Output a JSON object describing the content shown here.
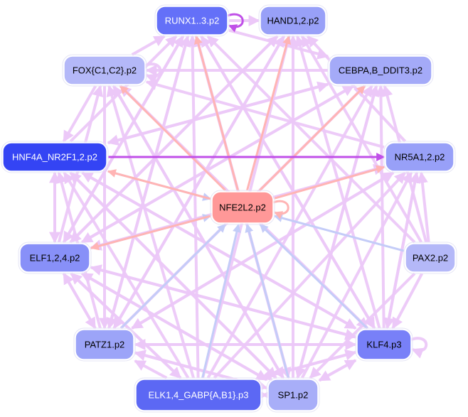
{
  "title": "Motif regulatory network",
  "colors": {
    "edge_default": "#ecc8f8",
    "edge_strong": "#c050e8",
    "edge_red": "#ffb4b4",
    "edge_blue": "#c4ccf8"
  },
  "nodes": [
    {
      "id": "RUNX",
      "label": "RUNX1..3.p2",
      "fill": "#6470f8",
      "text_color": "#ffffff"
    },
    {
      "id": "HAND",
      "label": "HAND1,2.p2",
      "fill": "#98a0f8",
      "text_color": "#000000"
    },
    {
      "id": "FOX",
      "label": "FOX{C1,C2}.p2",
      "fill": "#b4b8f8",
      "text_color": "#000000"
    },
    {
      "id": "CEBPA",
      "label": "CEBPA,B_DDIT3.p2",
      "fill": "#a4aaf8",
      "text_color": "#000000"
    },
    {
      "id": "HNF4A",
      "label": "HNF4A_NR2F1,2.p2",
      "fill": "#3444f4",
      "text_color": "#ffffff"
    },
    {
      "id": "NR5A1",
      "label": "NR5A1,2.p2",
      "fill": "#98a0f8",
      "text_color": "#000000"
    },
    {
      "id": "NFE2L2",
      "label": "NFE2L2.p2",
      "fill": "#ff9898",
      "text_color": "#000000"
    },
    {
      "id": "ELF",
      "label": "ELF1,2,4.p2",
      "fill": "#8890f8",
      "text_color": "#000000"
    },
    {
      "id": "PAX2",
      "label": "PAX2.p2",
      "fill": "#b4b8f8",
      "text_color": "#000000"
    },
    {
      "id": "PATZ1",
      "label": "PATZ1.p2",
      "fill": "#9ca4f8",
      "text_color": "#000000"
    },
    {
      "id": "KLF4",
      "label": "KLF4.p3",
      "fill": "#7880f8",
      "text_color": "#000000"
    },
    {
      "id": "ELK",
      "label": "ELK1,4_GABP{A,B1}.p3",
      "fill": "#5c68f4",
      "text_color": "#ffffff"
    },
    {
      "id": "SP1",
      "label": "SP1.p2",
      "fill": "#a8aef8",
      "text_color": "#000000"
    }
  ],
  "edges": [
    {
      "from": "RUNX",
      "to": "RUNX",
      "type": "strong"
    },
    {
      "from": "RUNX",
      "to": "HAND",
      "type": "default"
    },
    {
      "from": "RUNX",
      "to": "CEBPA",
      "type": "default"
    },
    {
      "from": "FOX",
      "to": "FOX",
      "type": "default"
    },
    {
      "from": "HNF4A",
      "to": "NR5A1",
      "type": "strong"
    },
    {
      "from": "HNF4A",
      "to": "RUNX",
      "type": "default"
    },
    {
      "from": "HNF4A",
      "to": "ELF",
      "type": "default"
    },
    {
      "from": "ELF",
      "to": "HNF4A",
      "type": "default"
    },
    {
      "from": "NFE2L2",
      "to": "RUNX",
      "type": "red"
    },
    {
      "from": "NFE2L2",
      "to": "HAND",
      "type": "red"
    },
    {
      "from": "NFE2L2",
      "to": "CEBPA",
      "type": "red"
    },
    {
      "from": "NFE2L2",
      "to": "NR5A1",
      "type": "red"
    },
    {
      "from": "NFE2L2",
      "to": "FOX",
      "type": "red"
    },
    {
      "from": "NFE2L2",
      "to": "HNF4A",
      "type": "red"
    },
    {
      "from": "NFE2L2",
      "to": "ELF",
      "type": "red"
    },
    {
      "from": "NFE2L2",
      "to": "NFE2L2",
      "type": "red"
    },
    {
      "from": "HNF4A",
      "to": "NFE2L2",
      "type": "blue"
    },
    {
      "from": "ELF",
      "to": "NFE2L2",
      "type": "blue"
    },
    {
      "from": "PAX2",
      "to": "NFE2L2",
      "type": "blue"
    },
    {
      "from": "KLF4",
      "to": "NFE2L2",
      "type": "blue"
    },
    {
      "from": "SP1",
      "to": "NFE2L2",
      "type": "blue"
    },
    {
      "from": "ELK",
      "to": "NFE2L2",
      "type": "blue"
    },
    {
      "from": "PATZ1",
      "to": "NFE2L2",
      "type": "blue"
    },
    {
      "from": "KLF4",
      "to": "KLF4",
      "type": "default"
    },
    {
      "from": "ELK",
      "to": "SP1",
      "type": "default"
    },
    {
      "from": "SP1",
      "to": "ELK",
      "type": "default"
    },
    {
      "from": "KLF4",
      "to": "RUNX",
      "type": "default"
    },
    {
      "from": "KLF4",
      "to": "HAND",
      "type": "default"
    },
    {
      "from": "KLF4",
      "to": "CEBPA",
      "type": "default"
    },
    {
      "from": "KLF4",
      "to": "NR5A1",
      "type": "default"
    },
    {
      "from": "KLF4",
      "to": "FOX",
      "type": "default"
    },
    {
      "from": "KLF4",
      "to": "HNF4A",
      "type": "default"
    },
    {
      "from": "KLF4",
      "to": "ELF",
      "type": "default"
    },
    {
      "from": "KLF4",
      "to": "PATZ1",
      "type": "default"
    },
    {
      "from": "KLF4",
      "to": "ELK",
      "type": "default"
    },
    {
      "from": "KLF4",
      "to": "SP1",
      "type": "default"
    },
    {
      "from": "SP1",
      "to": "RUNX",
      "type": "default"
    },
    {
      "from": "SP1",
      "to": "HAND",
      "type": "default"
    },
    {
      "from": "SP1",
      "to": "CEBPA",
      "type": "default"
    },
    {
      "from": "SP1",
      "to": "NR5A1",
      "type": "default"
    },
    {
      "from": "SP1",
      "to": "FOX",
      "type": "default"
    },
    {
      "from": "SP1",
      "to": "HNF4A",
      "type": "default"
    },
    {
      "from": "SP1",
      "to": "ELF",
      "type": "default"
    },
    {
      "from": "SP1",
      "to": "PATZ1",
      "type": "default"
    },
    {
      "from": "SP1",
      "to": "KLF4",
      "type": "default"
    },
    {
      "from": "ELK",
      "to": "RUNX",
      "type": "default"
    },
    {
      "from": "ELK",
      "to": "HAND",
      "type": "default"
    },
    {
      "from": "ELK",
      "to": "CEBPA",
      "type": "default"
    },
    {
      "from": "ELK",
      "to": "NR5A1",
      "type": "default"
    },
    {
      "from": "ELK",
      "to": "FOX",
      "type": "default"
    },
    {
      "from": "ELK",
      "to": "HNF4A",
      "type": "default"
    },
    {
      "from": "ELK",
      "to": "ELF",
      "type": "default"
    },
    {
      "from": "ELK",
      "to": "PATZ1",
      "type": "default"
    },
    {
      "from": "ELK",
      "to": "KLF4",
      "type": "default"
    },
    {
      "from": "PATZ1",
      "to": "RUNX",
      "type": "default"
    },
    {
      "from": "PATZ1",
      "to": "HAND",
      "type": "default"
    },
    {
      "from": "PATZ1",
      "to": "CEBPA",
      "type": "default"
    },
    {
      "from": "PATZ1",
      "to": "NR5A1",
      "type": "default"
    },
    {
      "from": "PATZ1",
      "to": "HNF4A",
      "type": "default"
    },
    {
      "from": "PATZ1",
      "to": "ELF",
      "type": "default"
    },
    {
      "from": "PATZ1",
      "to": "KLF4",
      "type": "default"
    },
    {
      "from": "PATZ1",
      "to": "SP1",
      "type": "default"
    },
    {
      "from": "ELF",
      "to": "RUNX",
      "type": "default"
    },
    {
      "from": "ELF",
      "to": "HAND",
      "type": "default"
    },
    {
      "from": "ELF",
      "to": "CEBPA",
      "type": "default"
    },
    {
      "from": "ELF",
      "to": "NR5A1",
      "type": "default"
    },
    {
      "from": "ELF",
      "to": "FOX",
      "type": "default"
    },
    {
      "from": "ELF",
      "to": "PATZ1",
      "type": "default"
    },
    {
      "from": "ELF",
      "to": "KLF4",
      "type": "default"
    },
    {
      "from": "ELF",
      "to": "SP1",
      "type": "default"
    },
    {
      "from": "ELF",
      "to": "ELK",
      "type": "default"
    },
    {
      "from": "PAX2",
      "to": "RUNX",
      "type": "default"
    },
    {
      "from": "PAX2",
      "to": "HAND",
      "type": "default"
    },
    {
      "from": "PAX2",
      "to": "CEBPA",
      "type": "default"
    },
    {
      "from": "PAX2",
      "to": "NR5A1",
      "type": "default"
    },
    {
      "from": "PAX2",
      "to": "KLF4",
      "type": "default"
    },
    {
      "from": "PAX2",
      "to": "SP1",
      "type": "default"
    },
    {
      "from": "NR5A1",
      "to": "HAND",
      "type": "default"
    },
    {
      "from": "NR5A1",
      "to": "FOX",
      "type": "default"
    },
    {
      "from": "NR5A1",
      "to": "ELF",
      "type": "default"
    },
    {
      "from": "NR5A1",
      "to": "PATZ1",
      "type": "default"
    },
    {
      "from": "NR5A1",
      "to": "KLF4",
      "type": "default"
    },
    {
      "from": "CEBPA",
      "to": "FOX",
      "type": "default"
    },
    {
      "from": "CEBPA",
      "to": "HNF4A",
      "type": "default"
    },
    {
      "from": "CEBPA",
      "to": "ELF",
      "type": "default"
    },
    {
      "from": "CEBPA",
      "to": "SP1",
      "type": "default"
    },
    {
      "from": "HAND",
      "to": "PATZ1",
      "type": "default"
    },
    {
      "from": "HAND",
      "to": "ELF",
      "type": "default"
    },
    {
      "from": "FOX",
      "to": "RUNX",
      "type": "default"
    },
    {
      "from": "FOX",
      "to": "PATZ1",
      "type": "default"
    },
    {
      "from": "FOX",
      "to": "KLF4",
      "type": "default"
    },
    {
      "from": "FOX",
      "to": "HNF4A",
      "type": "default"
    },
    {
      "from": "FOX",
      "to": "SP1",
      "type": "default"
    },
    {
      "from": "RUNX",
      "to": "PATZ1",
      "type": "default"
    },
    {
      "from": "RUNX",
      "to": "ELF",
      "type": "default"
    },
    {
      "from": "RUNX",
      "to": "SP1",
      "type": "default"
    },
    {
      "from": "RUNX",
      "to": "KLF4",
      "type": "default"
    },
    {
      "from": "HNF4A",
      "to": "KLF4",
      "type": "default"
    },
    {
      "from": "HNF4A",
      "to": "SP1",
      "type": "default"
    },
    {
      "from": "HNF4A",
      "to": "CEBPA",
      "type": "default"
    }
  ]
}
